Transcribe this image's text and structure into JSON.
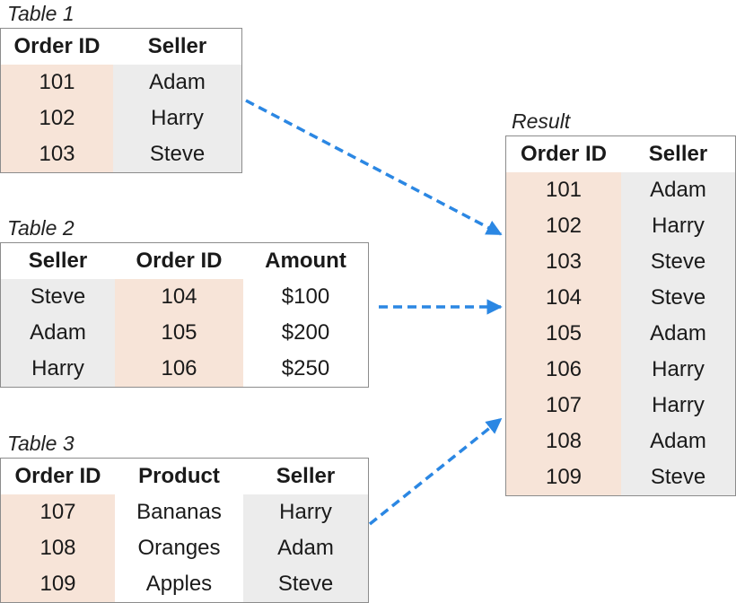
{
  "table1": {
    "caption": "Table 1",
    "columns": [
      {
        "header": "Order ID",
        "shade": "peach"
      },
      {
        "header": "Seller",
        "shade": "grey"
      }
    ],
    "rows": [
      [
        "101",
        "Adam"
      ],
      [
        "102",
        "Harry"
      ],
      [
        "103",
        "Steve"
      ]
    ]
  },
  "table2": {
    "caption": "Table 2",
    "columns": [
      {
        "header": "Seller",
        "shade": "grey"
      },
      {
        "header": "Order ID",
        "shade": "peach"
      },
      {
        "header": "Amount",
        "shade": "white"
      }
    ],
    "rows": [
      [
        "Steve",
        "104",
        "$100"
      ],
      [
        "Adam",
        "105",
        "$200"
      ],
      [
        "Harry",
        "106",
        "$250"
      ]
    ]
  },
  "table3": {
    "caption": "Table 3",
    "columns": [
      {
        "header": "Order ID",
        "shade": "peach"
      },
      {
        "header": "Product",
        "shade": "white"
      },
      {
        "header": "Seller",
        "shade": "grey"
      }
    ],
    "rows": [
      [
        "107",
        "Bananas",
        "Harry"
      ],
      [
        "108",
        "Oranges",
        "Adam"
      ],
      [
        "109",
        "Apples",
        "Steve"
      ]
    ]
  },
  "result": {
    "caption": "Result",
    "columns": [
      {
        "header": "Order ID",
        "shade": "peach"
      },
      {
        "header": "Seller",
        "shade": "grey"
      }
    ],
    "rows": [
      [
        "101",
        "Adam"
      ],
      [
        "102",
        "Harry"
      ],
      [
        "103",
        "Steve"
      ],
      [
        "104",
        "Steve"
      ],
      [
        "105",
        "Adam"
      ],
      [
        "106",
        "Harry"
      ],
      [
        "107",
        "Harry"
      ],
      [
        "108",
        "Adam"
      ],
      [
        "109",
        "Steve"
      ]
    ]
  },
  "colors": {
    "peach": "#f7e4d8",
    "grey": "#ececec",
    "border": "#8c8c8c",
    "arrow": "#2b87e3"
  }
}
